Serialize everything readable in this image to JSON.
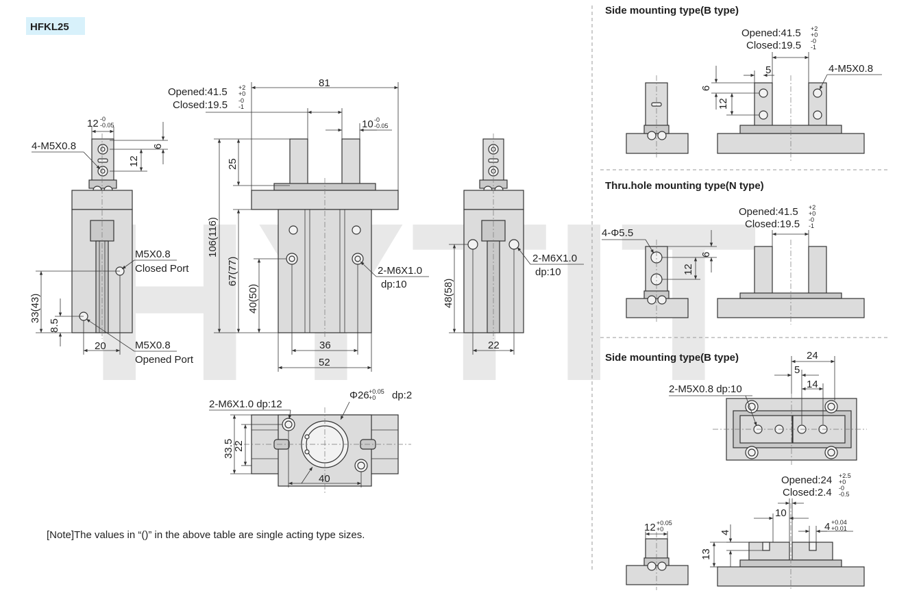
{
  "model": {
    "label": "HFKL25",
    "badge_color": "#d8f1fb"
  },
  "watermark": "HYTIT",
  "front": {
    "opened": "Opened:41.5",
    "opened_tol_up": "+2",
    "opened_tol_dn": "+0",
    "closed": "Closed:19.5",
    "closed_tol_up": "-0",
    "closed_tol_dn": "-1",
    "width": "81",
    "jaw": "10",
    "jaw_tol_up": "-0",
    "jaw_tol_dn": "-0.05",
    "jaw_height": "25",
    "total_height": "106(116)",
    "body_height": "67(77)",
    "hole_height": "40(50)",
    "hole_span": "36",
    "body_width": "52",
    "thread": "2-M6X1.0",
    "depth": "dp:10"
  },
  "left_view": {
    "jaw_width": "12",
    "jaw_tol_up": "-0",
    "jaw_tol_dn": "-0.05",
    "thread": "4-M5X0.8",
    "d6": "6",
    "d12": "12",
    "closed_port_thread": "M5X0.8",
    "closed_port": "Closed Port",
    "opened_port_thread": "M5X0.8",
    "opened_port": "Opened Port",
    "port_height": "33(43)",
    "port_low": "8.5",
    "port_offset": "20"
  },
  "right_view": {
    "thread": "2-M6X1.0",
    "depth": "dp:10",
    "height": "48(58)",
    "width": "22"
  },
  "bottom_view": {
    "thread": "2-M6X1.0 dp:12",
    "bore": "Φ26",
    "bore_tol_up": "+0.05",
    "bore_tol_dn": "+0",
    "bore_depth": "dp:2",
    "outer_height": "33.5",
    "inner_height": "22",
    "width": "40"
  },
  "note": "[Note]The values in “()” in the above table are single acting type sizes.",
  "side_b1": {
    "title": "Side  mounting type(B  type)",
    "opened": "Opened:41.5",
    "opened_tol_up": "+2",
    "opened_tol_dn": "+0",
    "closed": "Closed:19.5",
    "closed_tol_up": "-0",
    "closed_tol_dn": "-1",
    "d5": "5",
    "d6": "6",
    "d12": "12",
    "thread": "4-M5X0.8"
  },
  "thru_n": {
    "title": "Thru.hole mounting type(N type)",
    "opened": "Opened:41.5",
    "opened_tol_up": "+2",
    "opened_tol_dn": "+0",
    "closed": "Closed:19.5",
    "closed_tol_up": "-0",
    "closed_tol_dn": "-1",
    "hole": "4-Φ5.5",
    "d6": "6",
    "d12": "12"
  },
  "side_b2": {
    "title": "Side  mounting type(B  type)",
    "d24": "24",
    "d5": "5",
    "d14": "14",
    "thread": "2-M5X0.8 dp:10",
    "opened": "Opened:24",
    "opened_tol_up": "+2.5",
    "opened_tol_dn": "+0",
    "closed": "Closed:2.4",
    "closed_tol_up": "-0",
    "closed_tol_dn": "-0.5",
    "d10": "10",
    "slot": "4",
    "slot_tol_up": "+0.04",
    "slot_tol_dn": "+0.01",
    "jaw": "12",
    "jaw_tol_up": "+0.05",
    "jaw_tol_dn": "+0",
    "d4": "4",
    "d13": "13"
  }
}
